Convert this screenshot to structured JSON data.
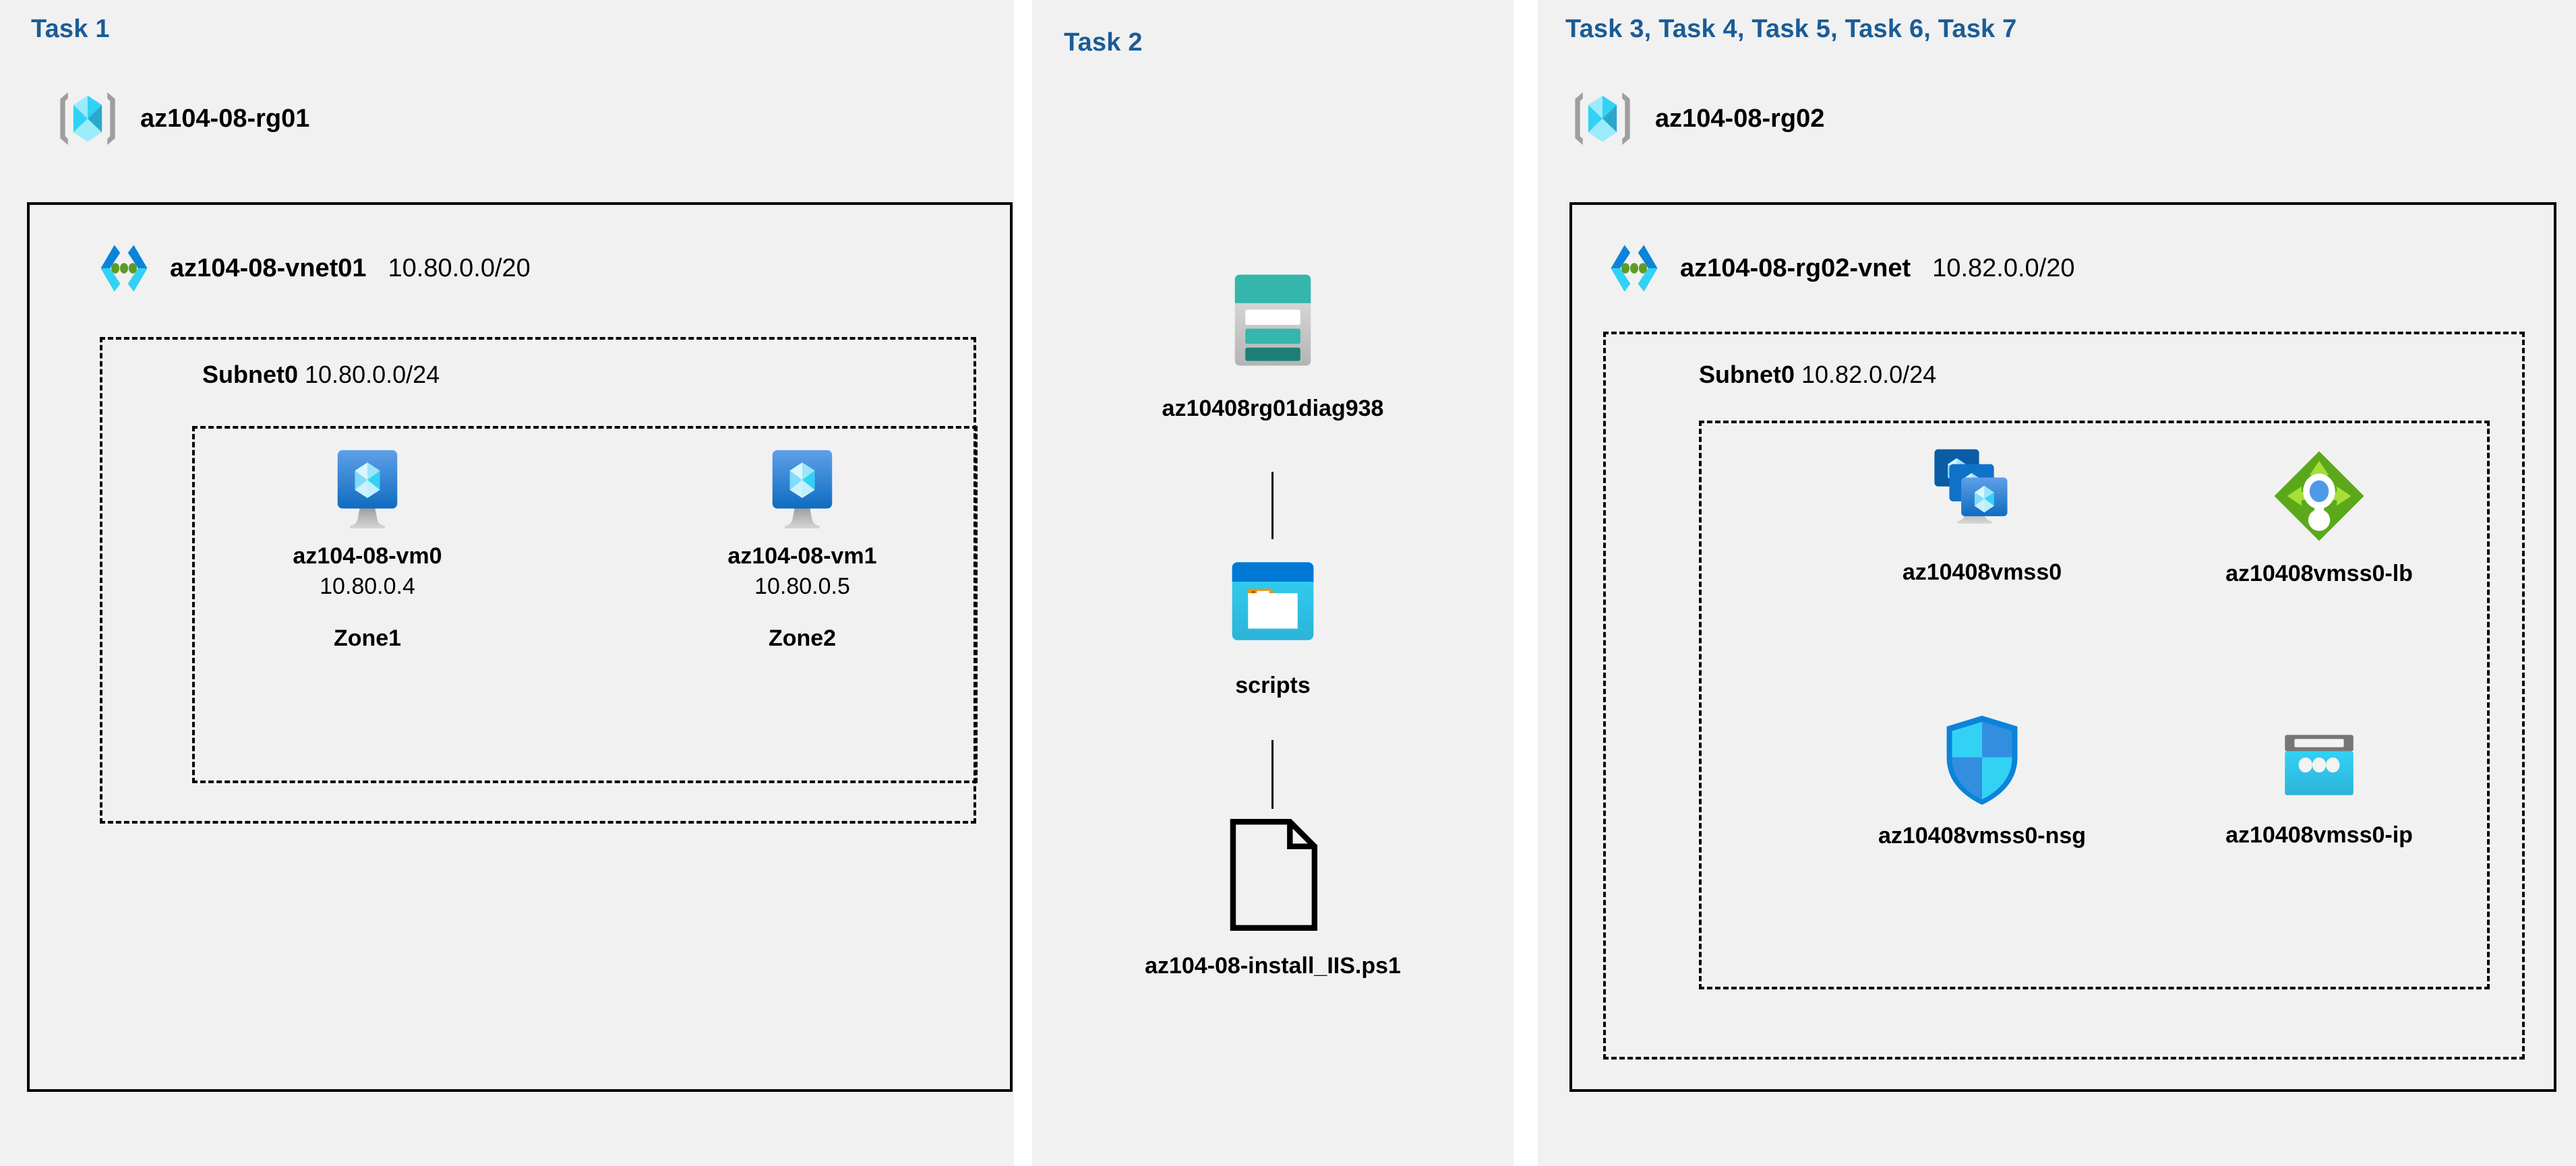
{
  "colors": {
    "task_label": "#1a5c96",
    "panel_bg": "#f1f1f1",
    "page_bg": "#ffffff",
    "border": "#000000",
    "storage_teal": "#34b6ac",
    "storage_teal_dark": "#1b7f77",
    "blob_blue": "#0078d4",
    "blob_cyan": "#32c8f0",
    "folder_orange": "#f2930d",
    "lb_green": "#5ba81a",
    "lb_green_light": "#a4e037",
    "lb_blue_dot": "#4f9ae8",
    "nsg_cyan": "#32d2f5",
    "nsg_blue": "#338ee0",
    "ip_gray": "#767676",
    "ip_cyan": "#32c8f0",
    "vm_blue": "#3f8ee0",
    "vnet_blue": "#0b84d8",
    "vnet_cyan": "#32d2f5",
    "vnet_green": "#5d9b26",
    "rg_gray": "#9e9e9e",
    "rg_cyan": "#32d2f5",
    "rg_cyan_light": "#9bebfb"
  },
  "panels": [
    {
      "id": "task1",
      "task_label": "Task 1",
      "resource_group": {
        "name": "az104-08-rg01",
        "icon": "resource-group-icon"
      },
      "vnet": {
        "name": "az104-08-vnet01",
        "cidr": "10.80.0.0/20",
        "icon": "virtual-network-icon"
      },
      "subnet": {
        "name": "Subnet0",
        "cidr": "10.80.0.0/24"
      },
      "vms": [
        {
          "name": "az104-08-vm0",
          "ip": "10.80.0.4",
          "zone": "Zone1",
          "icon": "virtual-machine-icon"
        },
        {
          "name": "az104-08-vm1",
          "ip": "10.80.0.5",
          "zone": "Zone2",
          "icon": "virtual-machine-icon"
        }
      ]
    },
    {
      "id": "task2",
      "task_label": "Task 2",
      "items": [
        {
          "name": "az10408rg01diag938",
          "icon": "storage-account-icon"
        },
        {
          "name": "scripts",
          "icon": "blob-container-icon"
        },
        {
          "name": "az104-08-install_IIS.ps1",
          "icon": "script-file-icon"
        }
      ]
    },
    {
      "id": "task3",
      "task_label": "Task 3, Task 4, Task 5, Task 6, Task 7",
      "resource_group": {
        "name": "az104-08-rg02",
        "icon": "resource-group-icon"
      },
      "vnet": {
        "name": "az104-08-rg02-vnet",
        "cidr": "10.82.0.0/20",
        "icon": "virtual-network-icon"
      },
      "subnet": {
        "name": "Subnet0",
        "cidr": "10.82.0.0/24"
      },
      "resources": [
        {
          "name": "az10408vmss0",
          "icon": "vm-scale-set-icon"
        },
        {
          "name": "az10408vmss0-lb",
          "icon": "load-balancer-icon"
        },
        {
          "name": "az10408vmss0-nsg",
          "icon": "network-security-group-icon"
        },
        {
          "name": "az10408vmss0-ip",
          "icon": "public-ip-address-icon"
        }
      ]
    }
  ]
}
